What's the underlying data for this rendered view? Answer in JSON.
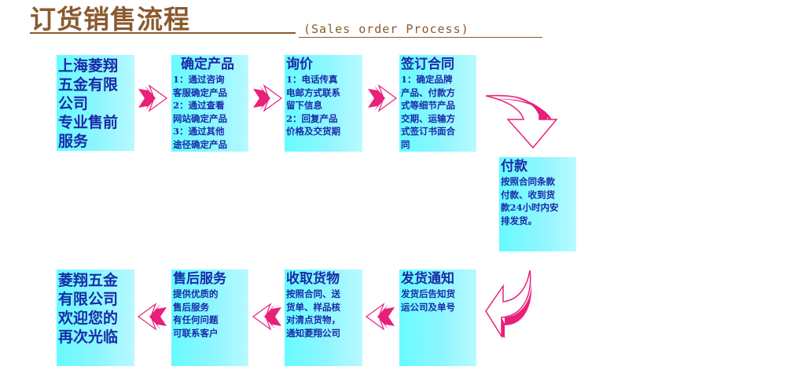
{
  "title": "订货销售流程",
  "subtitle": "(Sales order Process)",
  "colors": {
    "title": "#8a5a2e",
    "box_fill": "#7ff8ff",
    "box_text": "#1a2aa8",
    "arrow": "#e8207a"
  },
  "steps": [
    {
      "id": "presales",
      "head": "上海菱翔\n五金有限\n公司\n专业售前\n服务",
      "body": ""
    },
    {
      "id": "confirm-product",
      "head": "确定产品",
      "body": "1：通过咨询\n客服确定产品\n2：通过查看\n网站确定产品\n3：通过其他\n途径确定产品"
    },
    {
      "id": "inquiry",
      "head": "询价",
      "body": "1：电话传真\n电邮方式联系\n留下信息\n2：回复产品\n价格及交货期"
    },
    {
      "id": "sign-contract",
      "head": "签订合同",
      "body": "1：确定品牌\n产品、付款方\n式等细节产品\n交期、运输方\n式签订书面合\n同"
    },
    {
      "id": "payment",
      "head": "付款",
      "body": "按照合同条款\n付款、收到货\n款24小时内安\n排发货。"
    },
    {
      "id": "shipping-notice",
      "head": "发货通知",
      "body": "发货后告知货\n运公司及单号"
    },
    {
      "id": "receive-goods",
      "head": "收取货物",
      "body": "按照合同、送\n货单、样品核\n对清点货物，\n通知菱翔公司"
    },
    {
      "id": "after-sales",
      "head": "售后服务",
      "body": "提供优质的\n售后服务\n有任何问题\n可联系客户"
    },
    {
      "id": "welcome",
      "head": "菱翔五金\n有限公司\n欢迎您的\n再次光临",
      "body": ""
    }
  ],
  "icons": {
    "arrow_right": "double-chevron-right-icon",
    "arrow_left": "double-chevron-left-icon",
    "curved_down": "curved-arrow-down-icon",
    "curved_left": "curved-arrow-left-icon"
  }
}
